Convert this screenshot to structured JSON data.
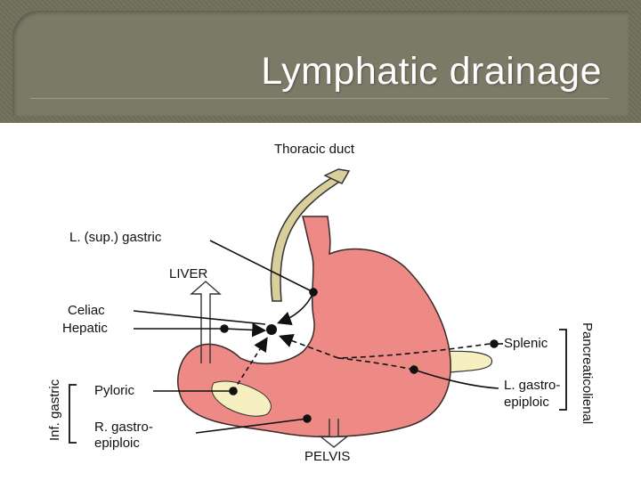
{
  "slide": {
    "title": "Lymphatic drainage"
  },
  "diagram": {
    "labels": {
      "thoracic_duct": "Thoracic duct",
      "left_gastric": "L. (sup.) gastric",
      "liver": "LIVER",
      "celiac": "Celiac",
      "hepatic": "Hepatic",
      "pyloric": "Pyloric",
      "right_gastroepiploic_line1": "R. gastro-",
      "right_gastroepiploic_line2": "epiploic",
      "pelvis": "PELVIS",
      "splenic": "Splenic",
      "left_gastroepiploic_line1": "L. gastro-",
      "left_gastroepiploic_line2": "epiploic",
      "pancreaticolienal": "Pancreaticolienal",
      "inf_gastric": "Inf. gastric"
    },
    "colors": {
      "stomach": "#ee8a86",
      "stomach_outline": "#3a2a2a",
      "duct": "#d8cf9a",
      "pancreas": "#f6f0c0",
      "header_bg": "#706f5c"
    }
  }
}
